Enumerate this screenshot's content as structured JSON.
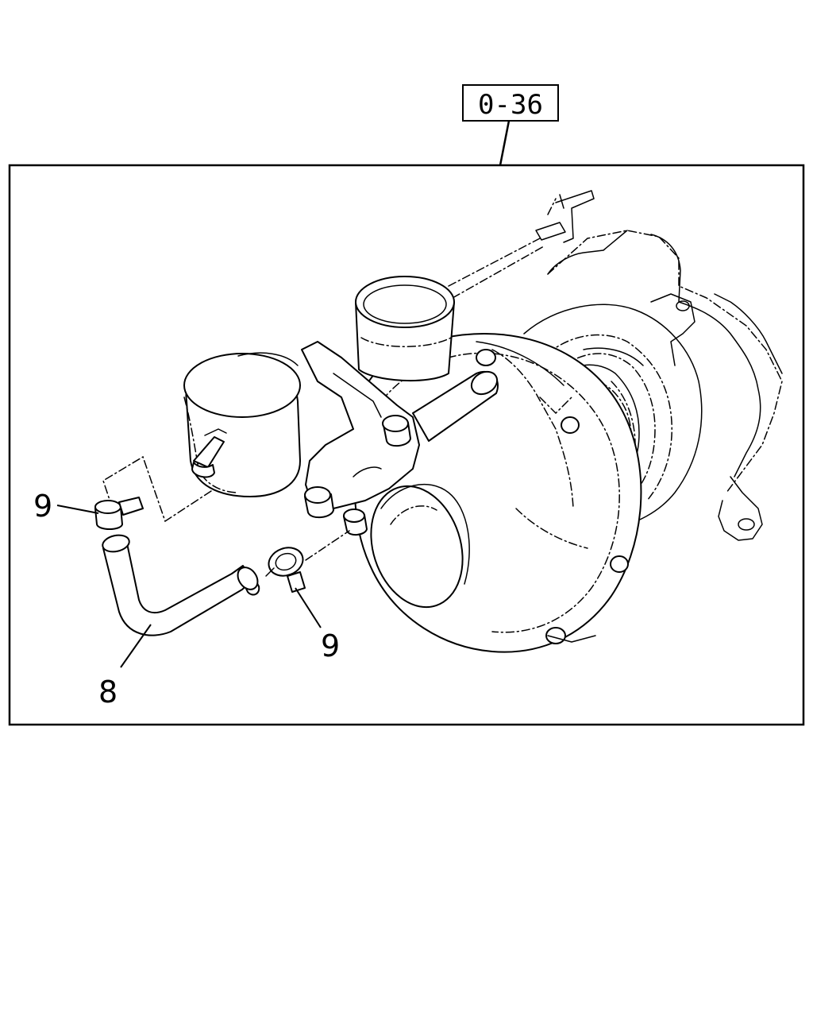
{
  "reference": {
    "label": "0-36"
  },
  "callouts": [
    {
      "id": "clamp-left",
      "number": "9"
    },
    {
      "id": "clamp-right",
      "number": "9"
    },
    {
      "id": "pipe",
      "number": "8"
    }
  ],
  "icons": {
    "turbocharger": "turbocharger-drawing",
    "pipe": "bent-pipe-drawing",
    "clamp": "hose-clamp-drawing"
  }
}
